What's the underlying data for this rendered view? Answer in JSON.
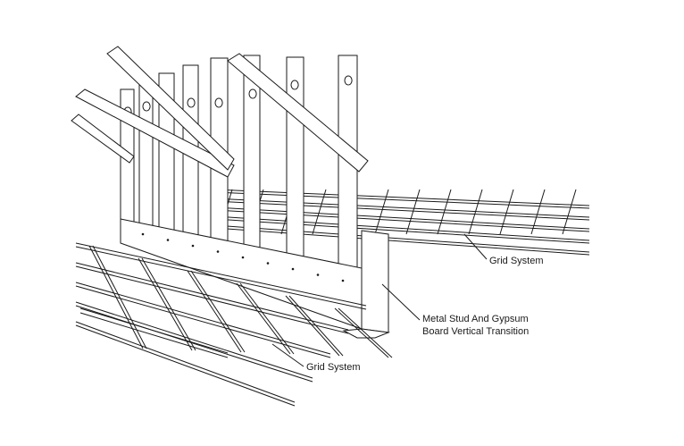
{
  "labels": {
    "grid_system_right": "Grid System",
    "transition_line1": "Metal Stud And Gypsum",
    "transition_line2": "Board Vertical Transition",
    "grid_system_left": "Grid System"
  },
  "colors": {
    "line": "#1a1a1a",
    "background": "#ffffff"
  }
}
